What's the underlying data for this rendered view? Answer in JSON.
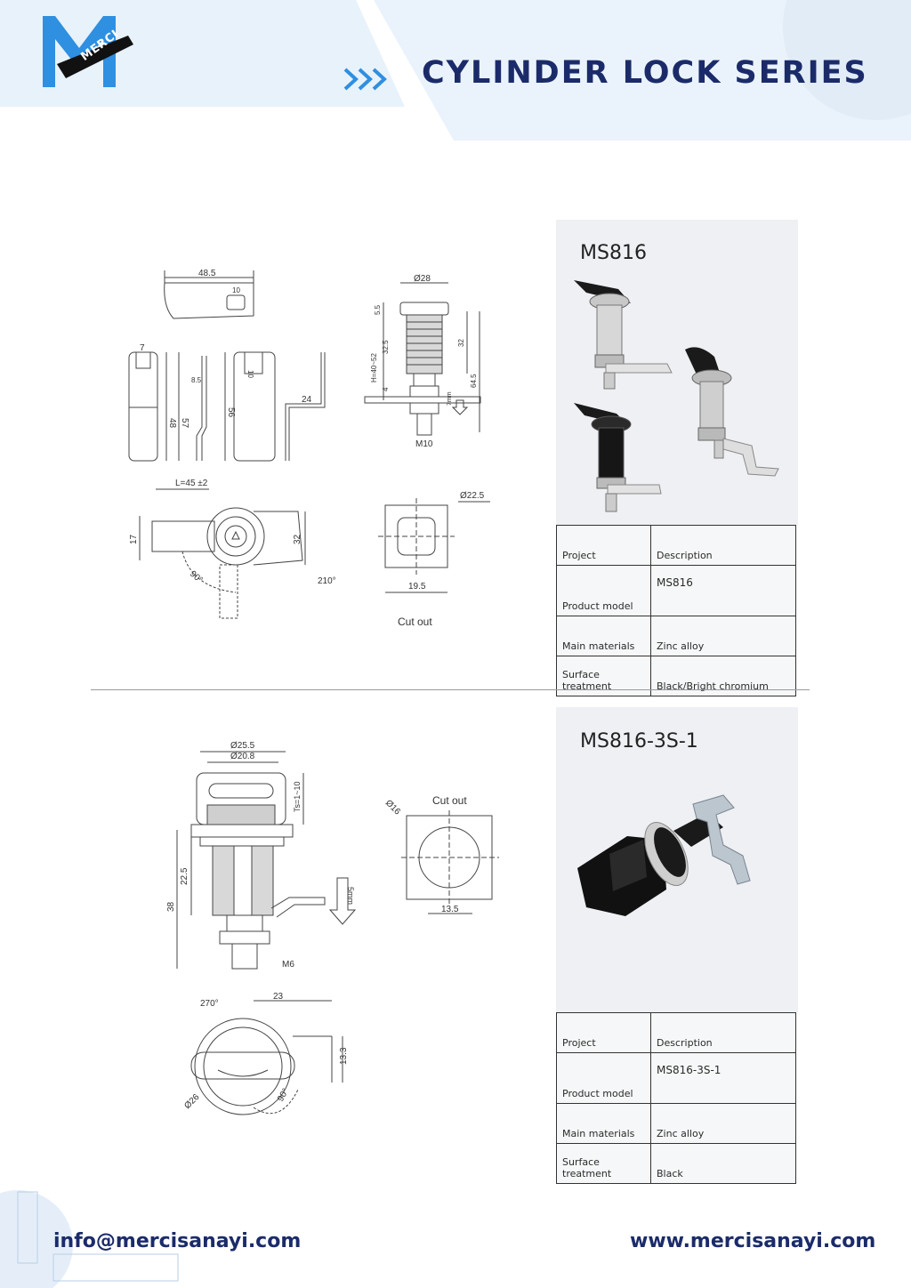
{
  "header": {
    "brand_logo": "MERCI",
    "title": "CYLINDER LOCK SERIES"
  },
  "products": [
    {
      "model_title": "MS816",
      "cutout_caption": "Cut out",
      "table": {
        "col_project": "Project",
        "col_description": "Description",
        "rows": [
          {
            "label": "Product model",
            "value": "MS816"
          },
          {
            "label": "Main materials",
            "value": "Zinc alloy"
          },
          {
            "label": "Surface treatment",
            "value": "Black/Bright chromium"
          }
        ]
      },
      "dimensions": [
        "48.5",
        "10",
        "7",
        "48",
        "57",
        "8.5",
        "56",
        "10",
        "24",
        "Ø28",
        "5.5",
        "32.5",
        "H=40~52",
        "4",
        "32",
        "64.5",
        "7mm",
        "M10",
        "L=45 ±2",
        "17",
        "32",
        "90°",
        "210°",
        "Ø22.5",
        "19.5"
      ]
    },
    {
      "model_title": "MS816-3S-1",
      "cutout_caption": "Cut out",
      "table": {
        "col_project": "Project",
        "col_description": "Description",
        "rows": [
          {
            "label": "Product model",
            "value": "MS816-3S-1"
          },
          {
            "label": "Main materials",
            "value": "Zinc alloy"
          },
          {
            "label": "Surface treatment",
            "value": "Black"
          }
        ]
      },
      "dimensions": [
        "Ø25.5",
        "Ø20.8",
        "Ts=1~10",
        "22.5",
        "38",
        "5mm",
        "M6",
        "Ø16",
        "13.5",
        "270°",
        "23",
        "13.3",
        "Ø26",
        "90°"
      ]
    }
  ],
  "footer": {
    "email": "info@mercisanayi.com",
    "website": "www.mercisanayi.com"
  },
  "colors": {
    "navy": "#1b2b6a",
    "accent_blue": "#2f8fe0",
    "band_light": "#e6f1fb"
  }
}
